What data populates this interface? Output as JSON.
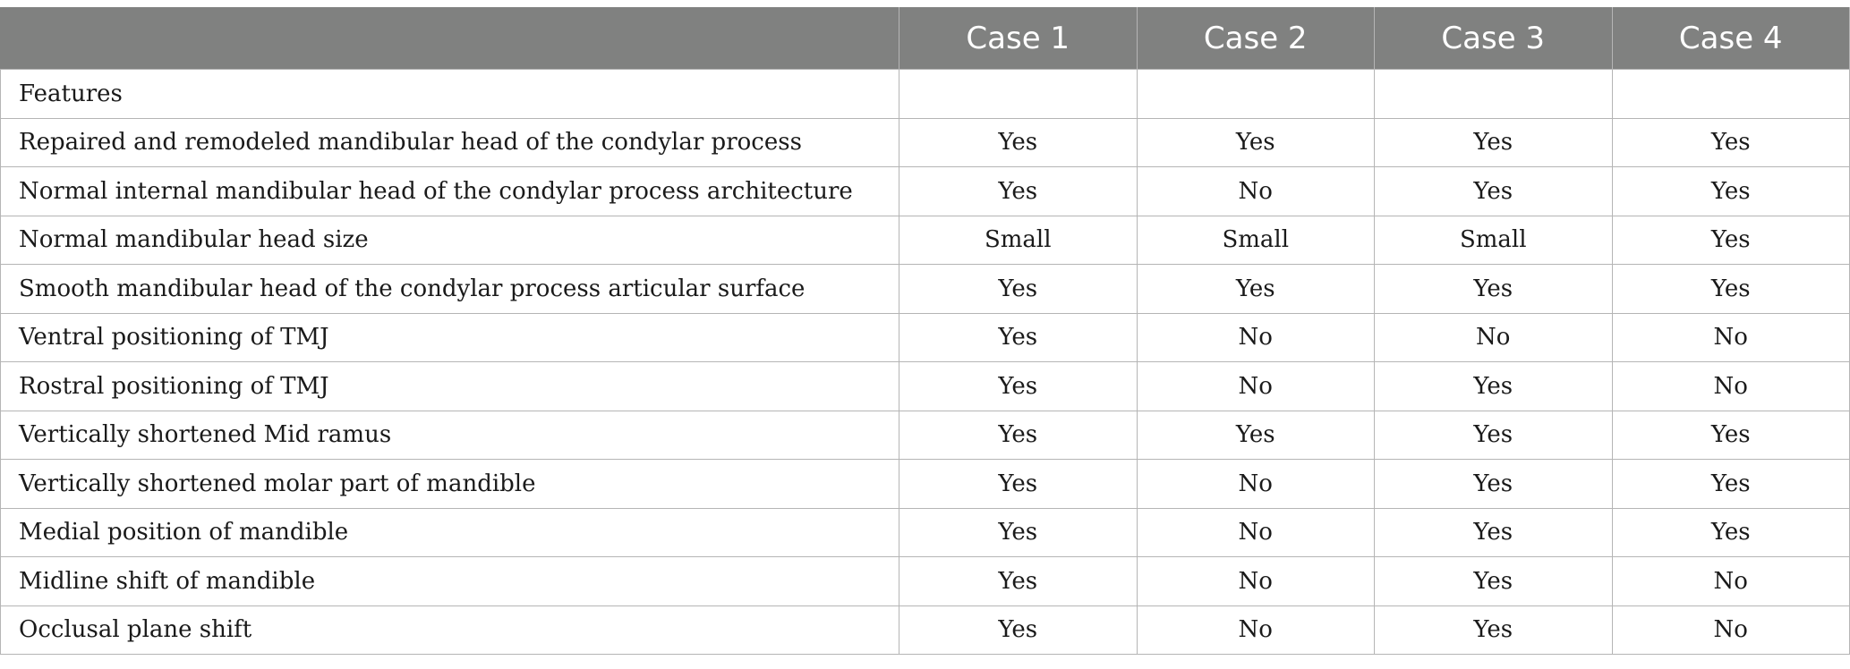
{
  "table": {
    "headers": [
      "",
      "Case 1",
      "Case 2",
      "Case 3",
      "Case 4"
    ],
    "rows": [
      [
        "Features",
        "",
        "",
        "",
        ""
      ],
      [
        "Repaired and remodeled mandibular head of the condylar process",
        "Yes",
        "Yes",
        "Yes",
        "Yes"
      ],
      [
        "Normal internal mandibular head of the condylar process architecture",
        "Yes",
        "No",
        "Yes",
        "Yes"
      ],
      [
        "Normal mandibular head size",
        "Small",
        "Small",
        "Small",
        "Yes"
      ],
      [
        "Smooth mandibular head of the condylar process articular surface",
        "Yes",
        "Yes",
        "Yes",
        "Yes"
      ],
      [
        "Ventral positioning of TMJ",
        "Yes",
        "No",
        "No",
        "No"
      ],
      [
        "Rostral positioning of TMJ",
        "Yes",
        "No",
        "Yes",
        "No"
      ],
      [
        "Vertically shortened Mid ramus",
        "Yes",
        "Yes",
        "Yes",
        "Yes"
      ],
      [
        "Vertically shortened molar part of mandible",
        "Yes",
        "No",
        "Yes",
        "Yes"
      ],
      [
        "Medial position of mandible",
        "Yes",
        "No",
        "Yes",
        "Yes"
      ],
      [
        "Midline shift of mandible",
        "Yes",
        "No",
        "Yes",
        "No"
      ],
      [
        "Occlusal plane shift",
        "Yes",
        "No",
        "Yes",
        "No"
      ]
    ]
  }
}
